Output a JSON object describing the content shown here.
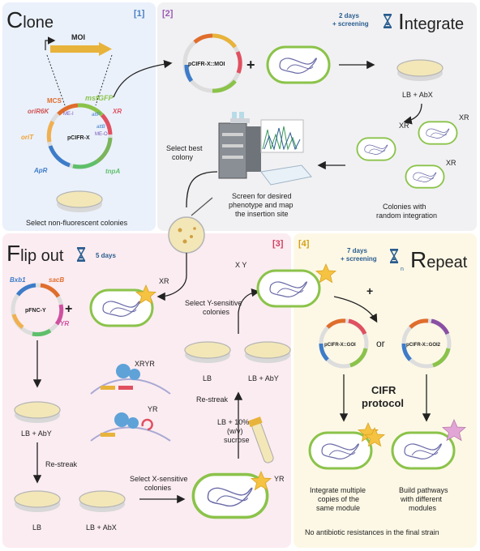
{
  "panel1": {
    "tag": "[1]",
    "title_initial": "C",
    "title_rest": "lone",
    "moi_label": "MOI",
    "plasmid_name": "pCIFR-X",
    "features": {
      "msfgfp": "msfGFP",
      "mcs": "MCS",
      "orir6k": "oriR6K",
      "me_i": "ME-I",
      "attp": "attP",
      "xr": "XR",
      "orit": "oriT",
      "attb": "attB",
      "me_o": "ME-O",
      "apr": "ApR",
      "tnpa": "tnpA"
    },
    "caption": "Select non-fluorescent colonies"
  },
  "panel2": {
    "tag": "[2]",
    "time_line1": "2 days",
    "time_line2": "+ screening",
    "title_initial": "I",
    "title_rest": "ntegrate",
    "plasmid_name": "pCIFR-X::MOI",
    "plate_label": "LB + AbX",
    "select_best": [
      "Select best",
      "colony"
    ],
    "screen_caption": [
      "Screen for desired",
      "phenotype and map",
      "the insertion site"
    ],
    "colonies_caption": [
      "Colonies with",
      "random integration"
    ],
    "xr": "XR"
  },
  "panel3": {
    "tag": "[3]",
    "title_initial": "F",
    "title_rest": "lip out",
    "time": "5 days",
    "bxb1": "Bxb1",
    "sacb": "sacB",
    "plasmid_name": "pFNC-Y",
    "yr": "YR",
    "xr": "XR",
    "xryr": "XRYR",
    "xy": "X Y",
    "plate1": "LB + AbY",
    "restreak1": "Re-streak",
    "plate_lb": "LB",
    "plate_abx": "LB + AbX",
    "select_x": [
      "Select X-sensitive",
      "colonies"
    ],
    "sucrose": [
      "LB + 10%",
      "(w/v)",
      "sucrose"
    ],
    "restreak2": "Re-streak",
    "plate_lb2": "LB",
    "plate_aby2": "LB + AbY",
    "select_y": [
      "Select Y-sensitive",
      "colonies"
    ]
  },
  "panel4": {
    "tag": "[4]",
    "time_line1": "7 days",
    "time_line2": "+ screening",
    "title_initial": "R",
    "title_rest": "epeat",
    "goi1": "pCIFR-X::GOI",
    "goi2": "pCIFR-X::GOI2",
    "or": "or",
    "plus": "+",
    "protocol": [
      "CIFR",
      "protocol"
    ],
    "left_caption": [
      "Integrate multiple",
      "copies of the",
      "same module"
    ],
    "right_caption": [
      "Build pathways",
      "with different",
      "modules"
    ],
    "footer": "No antibiotic resistances in the final strain"
  },
  "colors": {
    "panel1_bg": "#eaf1fb",
    "panel2_bg": "#f1f1f3",
    "panel3_bg": "#fbecf1",
    "panel4_bg": "#fdf8e6",
    "tag1": "#4a7fc1",
    "tag2": "#9b59b6",
    "tag3": "#d04060",
    "tag4": "#d4a017",
    "cell_border": "#8bc34a",
    "star": "#f5c242",
    "star_pink": "#e2a6d6"
  }
}
